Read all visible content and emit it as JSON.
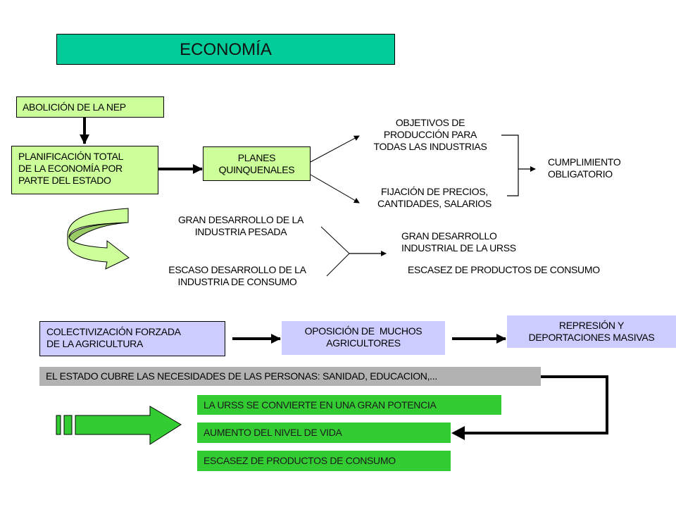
{
  "title": "ECONOMÍA",
  "colors": {
    "title_bg": "#00cc99",
    "light_green": "#ccff99",
    "lavender": "#ccccff",
    "gray": "#b2b2b2",
    "green": "#33cc33"
  },
  "plan": {
    "abolicion": "ABOLICIÓN DE LA NEP",
    "planificacion": [
      "PLANIFICACIÓN TOTAL",
      "DE LA ECONOMÍA POR",
      "PARTE DEL ESTADO"
    ],
    "planes": [
      "PLANES",
      "QUINQUENALES"
    ],
    "objetivos": [
      "OBJETIVOS DE",
      "PRODUCCIÓN PARA",
      "TODAS LAS INDUSTRIAS"
    ],
    "fijacion": [
      "FIJACIÓN DE PRECIOS,",
      "CANTIDADES, SALARIOS"
    ],
    "cumplimiento": [
      "CUMPLIMIENTO",
      "OBLIGATORIO"
    ]
  },
  "results": {
    "pesada": [
      "GRAN DESARROLLO DE LA",
      "INDUSTRIA PESADA"
    ],
    "consumo": [
      "ESCASO DESARROLLO DE LA",
      "INDUSTRIA DE CONSUMO"
    ],
    "gran_desarrollo": [
      "GRAN DESARROLLO",
      "INDUSTRIAL DE LA URSS"
    ],
    "escasez": "ESCASEZ DE PRODUCTOS DE CONSUMO"
  },
  "agriculture": {
    "colectivizacion": [
      "COLECTIVIZACIÓN FORZADA",
      "DE LA AGRICULTURA"
    ],
    "oposicion": [
      "OPOSICIÓN DE  MUCHOS",
      "AGRICULTORES"
    ],
    "represion": [
      "REPRESIÓN Y",
      "DEPORTACIONES MASIVAS"
    ]
  },
  "estado": "EL ESTADO CUBRE LAS NECESIDADES DE LAS PERSONAS: SANIDAD, EDUCACION,...",
  "conclusions": [
    "LA URSS SE CONVIERTE EN UNA GRAN POTENCIA",
    "AUMENTO DEL NIVEL DE VIDA",
    "ESCASEZ DE PRODUCTOS DE CONSUMO"
  ]
}
